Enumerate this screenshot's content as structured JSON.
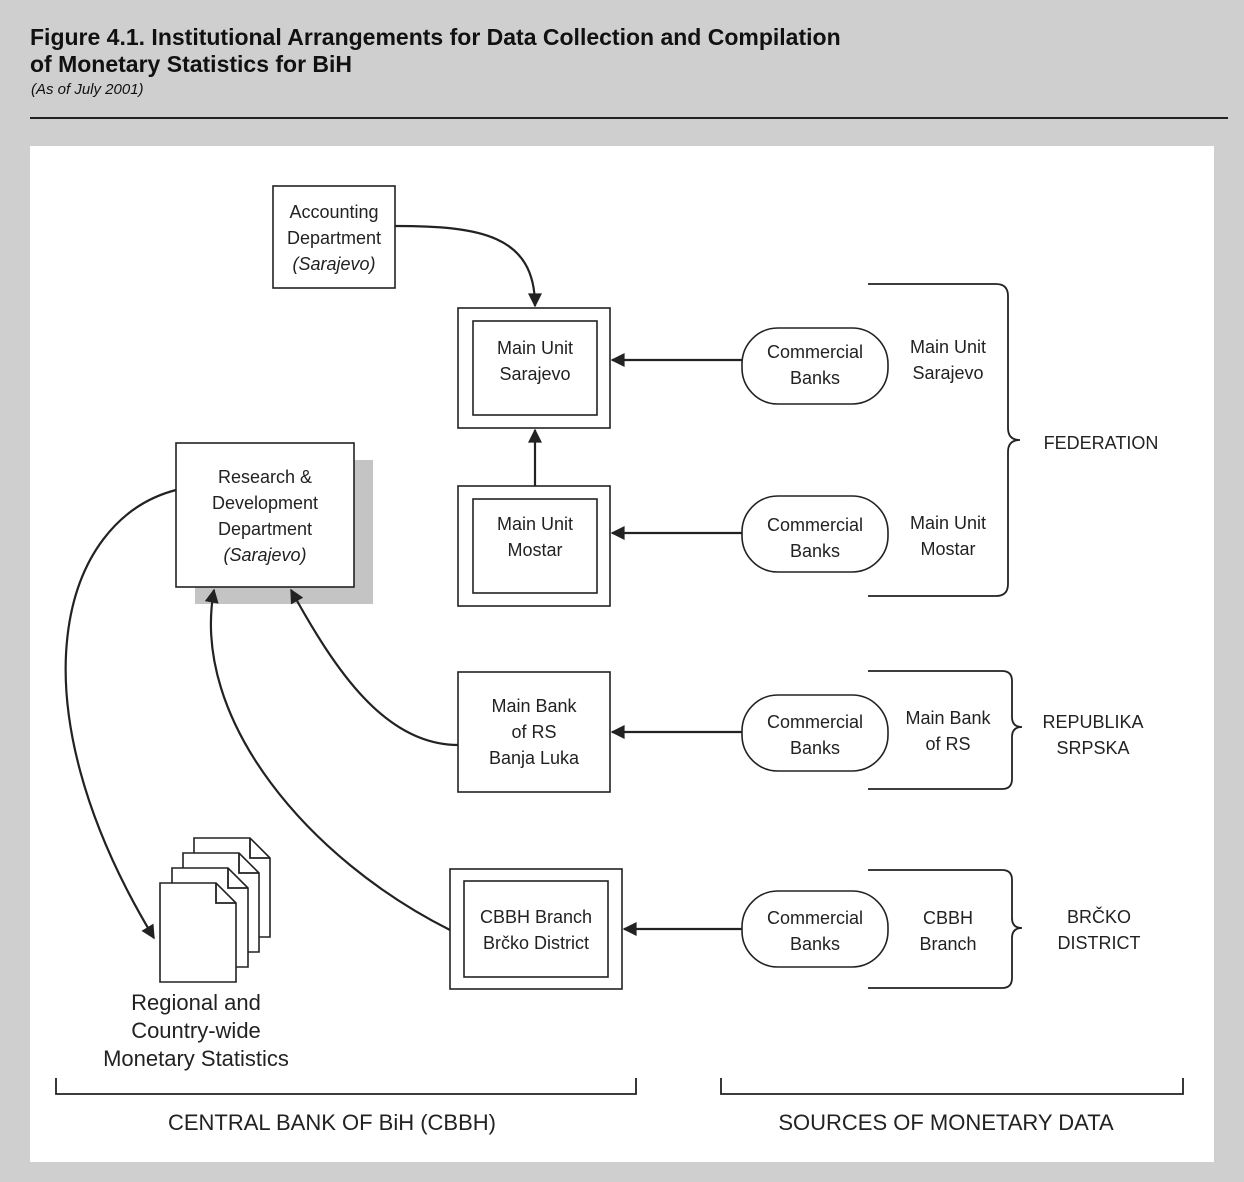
{
  "figure": {
    "title_line1": "Figure 4.1. Institutional Arrangements for Data Collection and Compilation",
    "title_line2": "of Monetary Statistics for BiH",
    "subtitle": "(As of July 2001)"
  },
  "nodes": {
    "accounting": {
      "line1": "Accounting",
      "line2": "Department",
      "line3": "(Sarajevo)"
    },
    "research": {
      "line1": "Research &",
      "line2": "Development",
      "line3": "Department",
      "line4": "(Sarajevo)"
    },
    "main_unit_sarajevo": {
      "line1": "Main Unit",
      "line2": "Sarajevo"
    },
    "main_unit_mostar": {
      "line1": "Main Unit",
      "line2": "Mostar"
    },
    "main_bank_rs": {
      "line1": "Main Bank",
      "line2": "of RS",
      "line3": "Banja Luka"
    },
    "cbbh_branch": {
      "line1": "CBBH Branch",
      "line2": "Brčko District"
    },
    "commercial_banks": {
      "line1": "Commercial",
      "line2": "Banks"
    },
    "statistics": {
      "line1": "Regional and",
      "line2": "Country-wide",
      "line3": "Monetary Statistics"
    }
  },
  "source_labels": {
    "sarajevo": {
      "line1": "Main Unit",
      "line2": "Sarajevo"
    },
    "mostar": {
      "line1": "Main Unit",
      "line2": "Mostar"
    },
    "rs": {
      "line1": "Main Bank",
      "line2": "of RS"
    },
    "brcko": {
      "line1": "CBBH",
      "line2": "Branch"
    }
  },
  "regions": {
    "federation": "FEDERATION",
    "republika_srpska": {
      "line1": "REPUBLIKA",
      "line2": "SRPSKA"
    },
    "brcko_district": {
      "line1": "BRČKO",
      "line2": "DISTRICT"
    }
  },
  "sections": {
    "central_bank": "CENTRAL BANK OF BiH (CBBH)",
    "sources": "SOURCES OF MONETARY DATA"
  }
}
